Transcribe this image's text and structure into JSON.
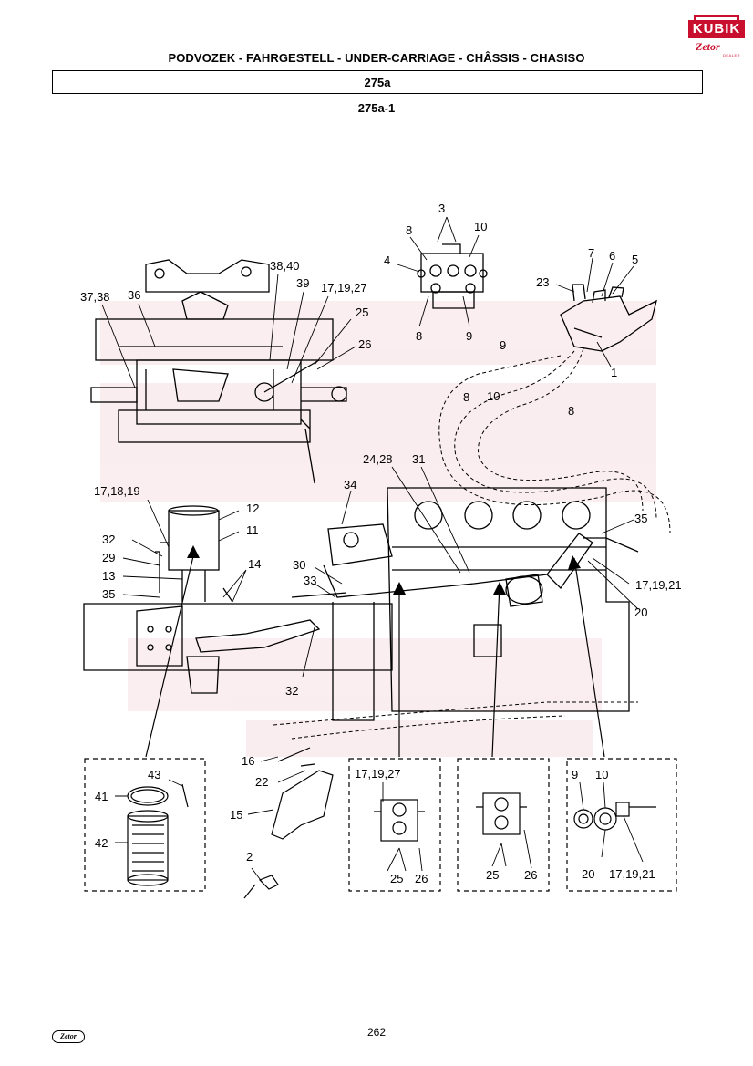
{
  "header": {
    "title": "PODVOZEK - FAHRGESTELL - UNDER-CARRIAGE - CHÂSSIS - CHASISO",
    "section": "275a",
    "subsection": "275a-1"
  },
  "logo": {
    "brand": "KUBIK",
    "sub_brand": "Zetor",
    "tagline": "DEALER",
    "brand_color": "#c8102e"
  },
  "labels": {
    "l1": "3",
    "l2": "8",
    "l3": "10",
    "l4": "4",
    "l5": "8",
    "l6": "9",
    "l7": "7",
    "l8": "6",
    "l9": "5",
    "l10": "23",
    "l11": "1",
    "l12": "9",
    "l13": "10",
    "l14": "8",
    "l15": "8",
    "l16": "38,40",
    "l17": "39",
    "l18": "37,38",
    "l19": "36",
    "l20": "17,19,27",
    "l21": "25",
    "l22": "26",
    "l23": "17,18,19",
    "l24": "12",
    "l25": "11",
    "l26": "32",
    "l27": "29",
    "l28": "13",
    "l29": "14",
    "l30": "35",
    "l31": "34",
    "l32": "30",
    "l33": "33",
    "l34": "32",
    "l35": "24,28",
    "l36": "31",
    "l37": "35",
    "l38": "17,19,21",
    "l39": "20",
    "l40": "16",
    "l41": "22",
    "l42": "15",
    "l43": "2",
    "l44": "43",
    "l45": "41",
    "l46": "42",
    "l47": "17,19,27",
    "l48": "25",
    "l49": "26",
    "l50": "25",
    "l51": "26",
    "l52": "9",
    "l53": "10",
    "l54": "20",
    "l55": "17,19,21"
  },
  "footer": {
    "page_number": "262",
    "logo_text": "Zetor"
  }
}
